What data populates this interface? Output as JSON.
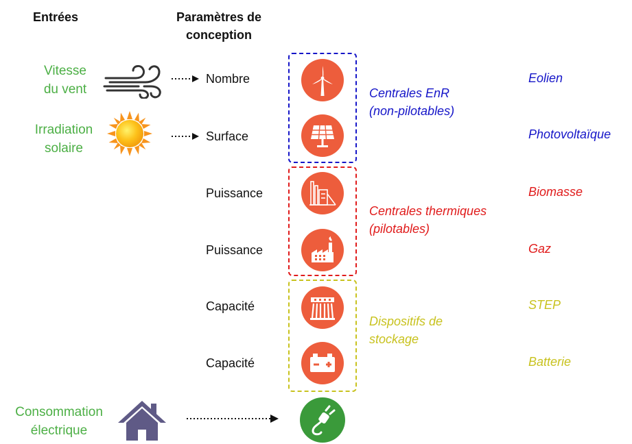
{
  "headers": {
    "inputs": "Entrées",
    "params_line1": "Paramètres de",
    "params_line2": "conception"
  },
  "inputs": {
    "wind_line1": "Vitesse",
    "wind_line2": "du vent",
    "solar_line1": "Irradiation",
    "solar_line2": "solaire",
    "consumption_line1": "Consommation",
    "consumption_line2": "électrique"
  },
  "params": {
    "wind": "Nombre",
    "solar": "Surface",
    "biomass": "Puissance",
    "gas": "Puissance",
    "step": "Capacité",
    "battery": "Capacité"
  },
  "groups": {
    "renewable_line1": "Centrales EnR",
    "renewable_line2": "(non-pilotables)",
    "thermal_line1": "Centrales thermiques",
    "thermal_line2": "(pilotables)",
    "storage_line1": "Dispositifs de",
    "storage_line2": "stockage"
  },
  "sources": {
    "wind": "Eolien",
    "pv": "Photovoltaïque",
    "biomass": "Biomasse",
    "gas": "Gaz",
    "step": "STEP",
    "battery": "Batterie"
  },
  "colors": {
    "green": "#4caf45",
    "blue": "#1515c8",
    "red": "#e01a1a",
    "yellow": "#c8c21e",
    "icon_circle": "#ed5d3c",
    "house": "#5f5a86",
    "plug_circle": "#3a9a3a"
  },
  "icons": [
    "wind-icon",
    "sun-icon",
    "house-icon",
    "wind-turbine-icon",
    "solar-panel-icon",
    "biomass-plant-icon",
    "factory-icon",
    "dam-icon",
    "battery-icon",
    "plug-icon"
  ]
}
